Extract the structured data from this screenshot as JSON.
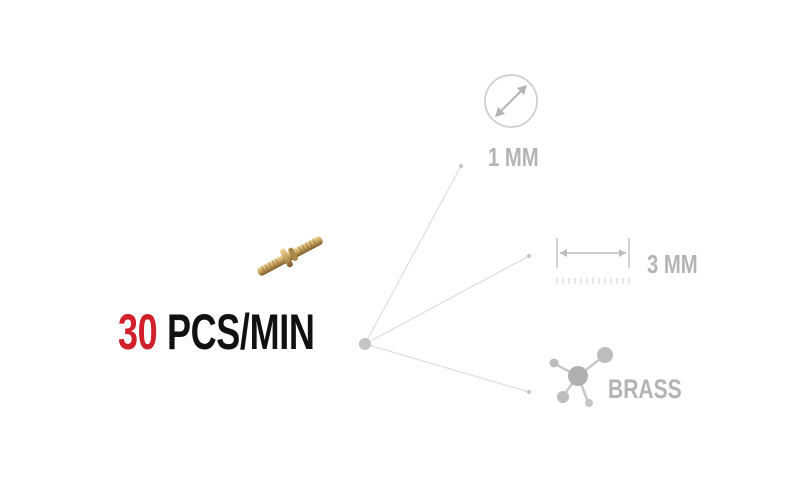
{
  "headline": {
    "count": "30",
    "unit": "PCS/MIN",
    "count_color": "#d0202a",
    "unit_color": "#111111"
  },
  "features": [
    {
      "label": "1 MM",
      "icon": "diameter-icon"
    },
    {
      "label": "3 MM",
      "icon": "length-ruler-icon"
    },
    {
      "label": "BRASS",
      "icon": "molecule-icon"
    }
  ],
  "product_image": {
    "icon": "brass-pin-icon"
  },
  "colors": {
    "accent": "#d0202a",
    "text": "#111111",
    "muted": "#b4b4b4",
    "lines": "#d8d8d8",
    "hub": "#c4c4c4",
    "brass": "#c8a464"
  }
}
